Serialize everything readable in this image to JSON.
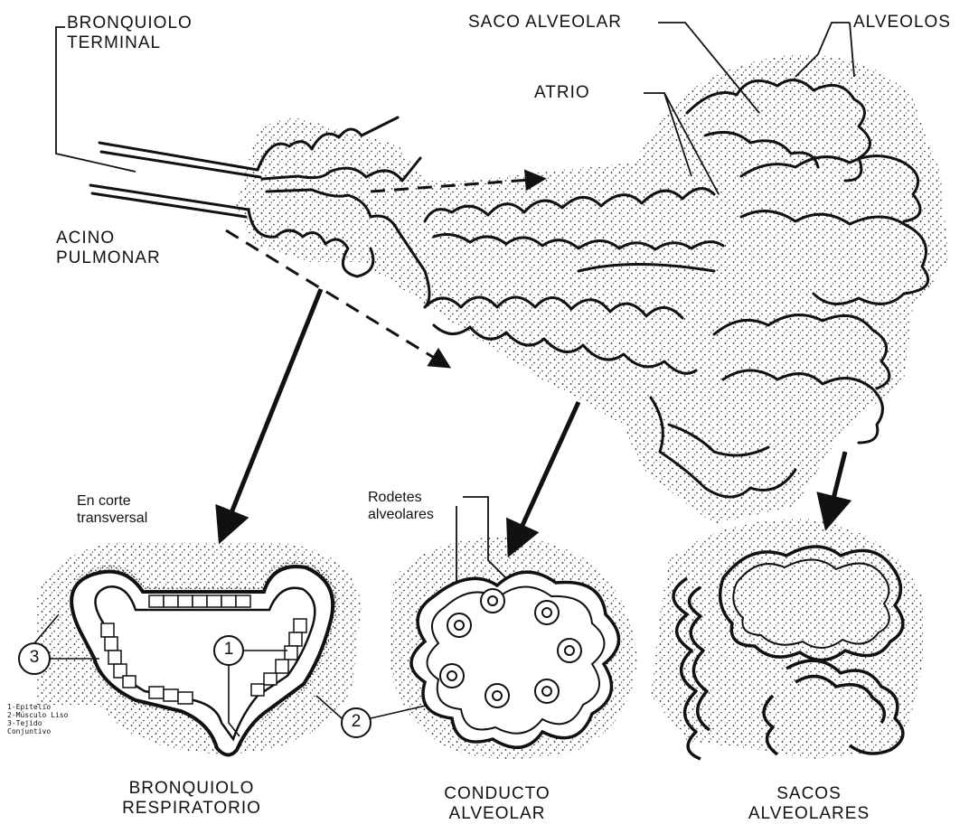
{
  "labels": {
    "bronquiolo_terminal": [
      "BRONQUIOLO",
      "TERMINAL"
    ],
    "saco_alveolar": "SACO ALVEOLAR",
    "alveolos": "ALVEOLOS",
    "atrio": "ATRIO",
    "acino_pulmonar": [
      "ACINO",
      "PULMONAR"
    ],
    "en_corte_transversal": [
      "En corte",
      "transversal"
    ],
    "rodetes_alveolares": [
      "Rodetes",
      "alveolares"
    ],
    "bronquiolo_respiratorio": [
      "BRONQUIOLO",
      "RESPIRATORIO"
    ],
    "conducto_alveolar": [
      "CONDUCTO",
      "ALVEOLAR"
    ],
    "sacos_alveolares": [
      "SACOS",
      "ALVEOLARES"
    ]
  },
  "markers": [
    "1",
    "2",
    "3"
  ],
  "legend": [
    "1-Epitelio",
    "2-Músculo Liso",
    "3-Tejido",
    "Conjuntivo"
  ],
  "colors": {
    "ink": "#111111",
    "background": "#ffffff"
  }
}
